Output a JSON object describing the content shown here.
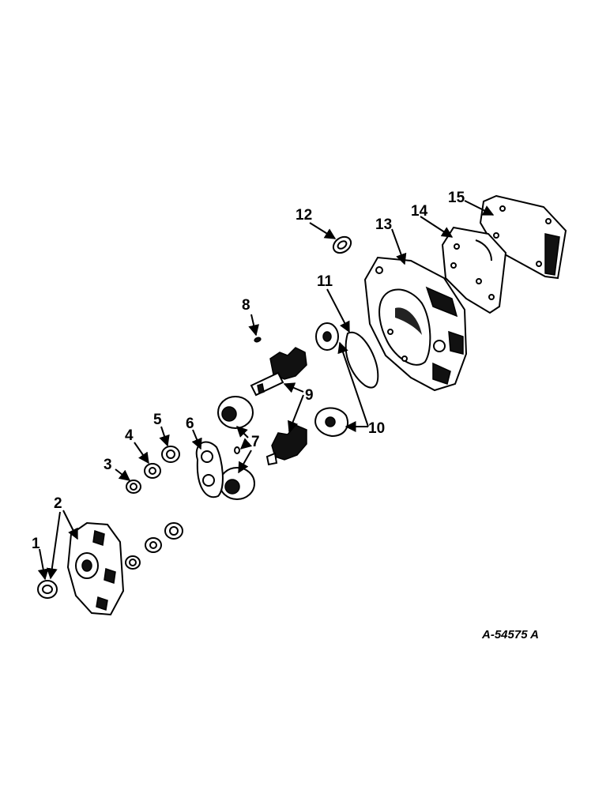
{
  "diagram": {
    "callouts": [
      "1",
      "2",
      "3",
      "4",
      "5",
      "6",
      "7",
      "8",
      "9",
      "10",
      "11",
      "12",
      "13",
      "14",
      "15"
    ],
    "reference_code": "A-54575 A"
  }
}
